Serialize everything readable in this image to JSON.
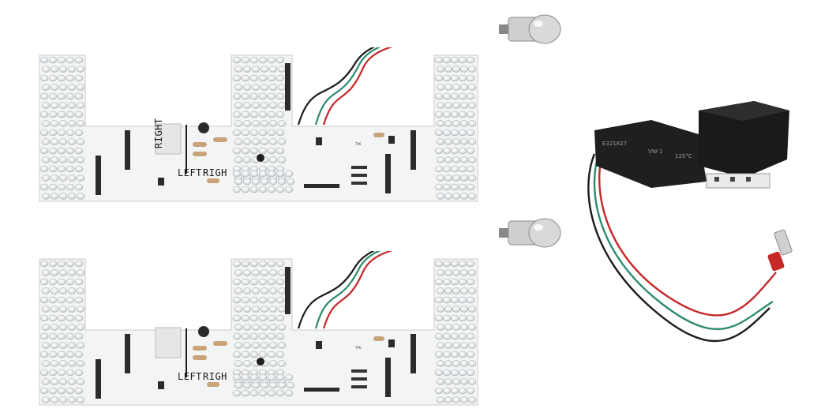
{
  "boards": [
    {
      "id": "board-top",
      "label_left": "LEFT",
      "label_right": "RIGH",
      "label_vertical": "RIGHT"
    },
    {
      "id": "board-bottom",
      "label_left": "LEFT",
      "label_right": "RIGH",
      "label_vertical": ""
    }
  ],
  "silkscreen": {
    "tp": "TP6"
  },
  "module": {
    "sleeve_text": "E321827",
    "sleeve_text_2": "VW-1",
    "temp_rating": "125°C"
  },
  "colors": {
    "pcb": "#f3f4f4",
    "led": "#e4e6e8",
    "wire_red": "#c62828",
    "wire_green": "#2e8b6e",
    "wire_black": "#1b1b1b",
    "relay": "#1e1e1e",
    "bulb_metal": "#c8c8c8"
  }
}
